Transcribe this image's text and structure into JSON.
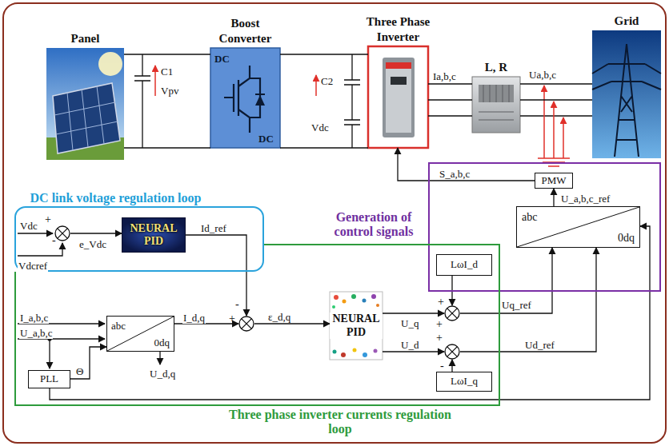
{
  "diagram": {
    "nodes": [
      {
        "text": [
          "Panel"
        ]
      },
      {
        "text": [
          "Boost Converter",
          "DC",
          "DC"
        ]
      },
      {
        "text": [
          "Three Phase Inverter"
        ]
      },
      {
        "text": [
          "L, R"
        ]
      },
      {
        "text": [
          "Grid"
        ]
      },
      {
        "text": [
          "DC link voltage regulation loop"
        ]
      },
      {
        "text": [
          "+",
          "-"
        ],
        "in": 5
      },
      {
        "text": [
          "NEURAL PID"
        ],
        "in": 5
      },
      {
        "text": [
          "Generation of control signals"
        ]
      },
      {
        "text": [
          "PMW"
        ],
        "in": 8
      },
      {
        "text": [
          "abc",
          "0dq"
        ],
        "in": 8
      },
      {
        "text": [
          "Three phase inverter currents regulation loop"
        ]
      },
      {
        "text": [
          "abc",
          "0dq"
        ],
        "in": 11
      },
      {
        "text": [
          "PLL"
        ],
        "in": 11
      },
      {
        "text": [
          "+",
          "-"
        ],
        "in": 11
      },
      {
        "text": [
          "NEURAL PID"
        ],
        "in": 11
      },
      {
        "text": [
          "LωI_d"
        ],
        "in": 11
      },
      {
        "text": [
          "+",
          "+"
        ],
        "in": 11
      },
      {
        "text": [
          "+",
          "-"
        ],
        "in": 11
      },
      {
        "text": [
          "LωI_q"
        ],
        "in": 11
      }
    ],
    "edges": [
      {
        "from": 0,
        "to": 1,
        "arrow": "none"
      },
      {
        "from": 1,
        "to": 2,
        "arrow": "none"
      },
      {
        "from": 2,
        "to": 3,
        "arrow": "none"
      },
      {
        "from": 3,
        "to": 4,
        "arrow": "none"
      },
      {
        "from": 9,
        "to": 2,
        "arrow": "to",
        "label": "S_a,b,c"
      },
      {
        "from": 6,
        "to": 7,
        "arrow": "to",
        "label": "e_Vdc"
      },
      {
        "from": 7,
        "to": 14,
        "arrow": "to",
        "label": "Id_ref"
      },
      {
        "from": 12,
        "to": 14,
        "arrow": "to",
        "label": "I_d,q"
      },
      {
        "from": 14,
        "to": 15,
        "arrow": "to",
        "label": "ε_d,q"
      },
      {
        "from": 15,
        "to": 17,
        "arrow": "to"
      },
      {
        "from": 15,
        "to": 18,
        "arrow": "to"
      },
      {
        "from": 16,
        "to": 17,
        "arrow": "to"
      },
      {
        "from": 19,
        "to": 18,
        "arrow": "to"
      },
      {
        "from": 17,
        "to": 10,
        "arrow": "to",
        "label": "Uq_ref"
      },
      {
        "from": 18,
        "to": 10,
        "arrow": "to",
        "label": "Ud_ref"
      },
      {
        "from": 10,
        "to": 9,
        "arrow": "to",
        "label": "U_a,b,c_ref"
      },
      {
        "from": 13,
        "to": 12,
        "arrow": "to",
        "label": "Θ"
      },
      {
        "from": 13,
        "to": 10,
        "arrow": "to"
      }
    ],
    "labels": [
      "C1",
      "Vpv",
      "C2",
      "Vdc",
      "Ia,b,c",
      "Ua,b,c",
      "Vdc",
      "Vdcref",
      "I_a,b,c",
      "U_a,b,c",
      "U_d,q",
      "U_q",
      "U_d"
    ]
  }
}
